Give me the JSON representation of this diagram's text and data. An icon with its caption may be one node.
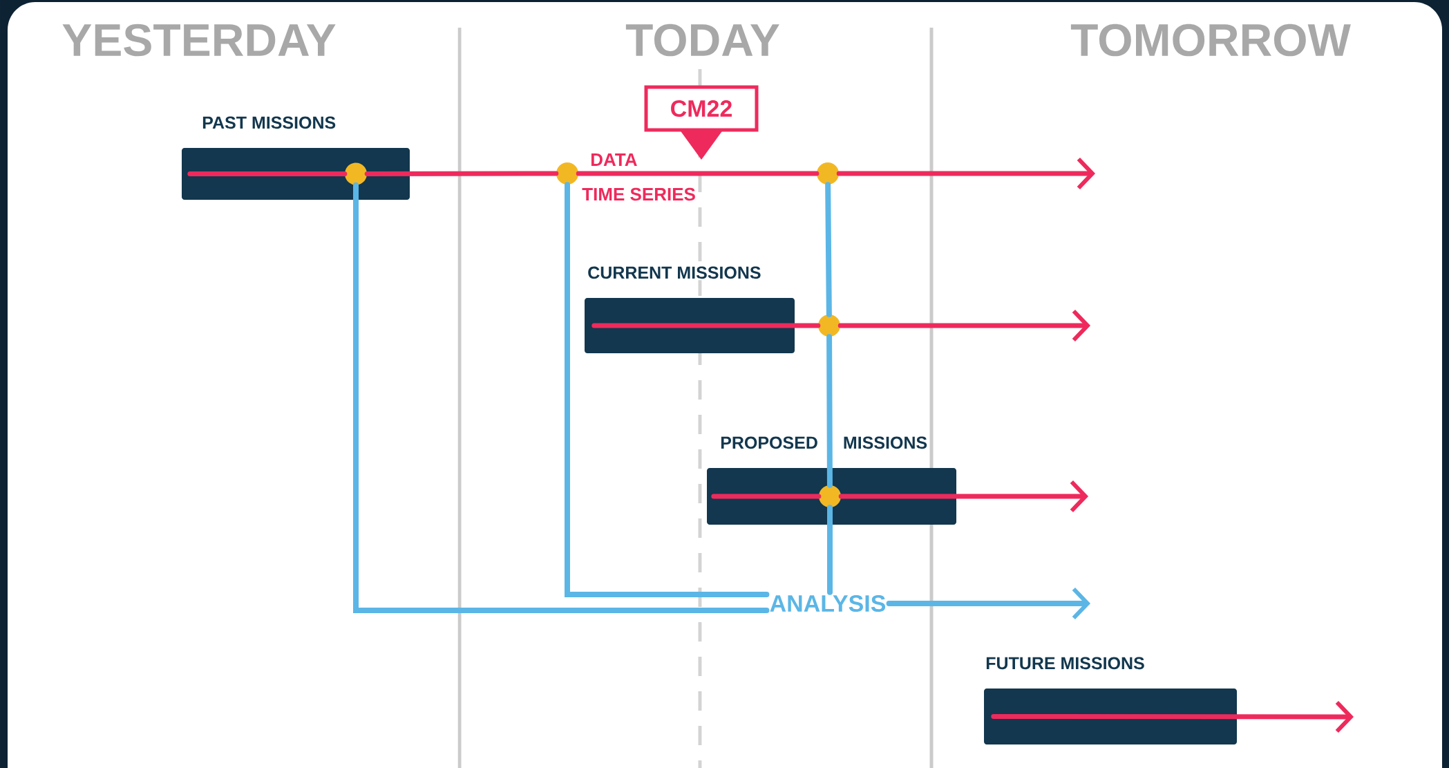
{
  "diagram": {
    "nodes": [
      {
        "text": [
          "PAST MISSIONS"
        ]
      },
      {
        "text": [
          "CURRENT MISSIONS"
        ]
      },
      {
        "text": [
          "PROPOSED MISSIONS"
        ]
      },
      {
        "text": [
          "FUTURE MISSIONS"
        ]
      },
      {
        "text": [
          "CM22"
        ]
      },
      {
        "text": [
          "ANALYSIS"
        ]
      },
      {
        "text": [],
        "shape": "circle",
        "in": 0
      },
      {
        "text": [],
        "shape": "circle"
      },
      {
        "text": [],
        "shape": "circle"
      },
      {
        "text": [],
        "shape": "circle"
      },
      {
        "text": [],
        "shape": "circle",
        "in": 2
      }
    ],
    "edges": [
      {
        "from": 0,
        "to": 6,
        "arrow": "none"
      },
      {
        "from": 6,
        "to": 7,
        "arrow": "none"
      },
      {
        "from": 7,
        "to": 8,
        "arrow": "none"
      },
      {
        "from": 8,
        "to": null,
        "arrow": "to"
      },
      {
        "from": 1,
        "to": 9,
        "arrow": "none"
      },
      {
        "from": 9,
        "to": null,
        "arrow": "to"
      },
      {
        "from": 2,
        "to": 10,
        "arrow": "none"
      },
      {
        "from": 10,
        "to": null,
        "arrow": "to"
      },
      {
        "from": 3,
        "to": null,
        "arrow": "to"
      },
      {
        "from": 6,
        "to": 5,
        "arrow": "none",
        "color": "#5bb6e6"
      },
      {
        "from": 7,
        "to": 5,
        "arrow": "none",
        "color": "#5bb6e6"
      },
      {
        "from": 8,
        "to": 9,
        "arrow": "none",
        "color": "#5bb6e6"
      },
      {
        "from": 9,
        "to": 10,
        "arrow": "none",
        "color": "#5bb6e6"
      },
      {
        "from": 10,
        "to": 5,
        "arrow": "none",
        "color": "#5bb6e6"
      },
      {
        "from": 5,
        "to": null,
        "arrow": "to",
        "color": "#5bb6e6"
      }
    ],
    "labels": [
      "YESTERDAY",
      "TODAY",
      "TOMORROW",
      "DATA",
      "TIME SERIES"
    ]
  }
}
